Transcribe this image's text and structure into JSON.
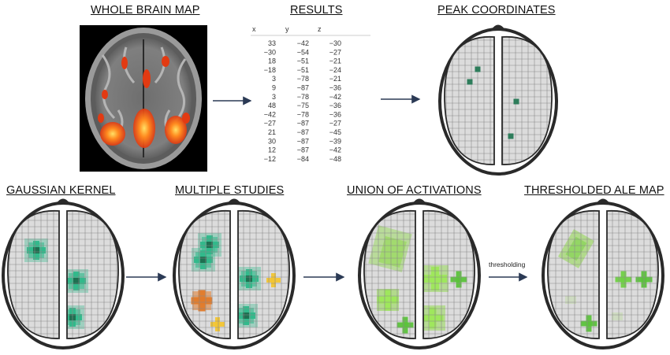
{
  "titles": {
    "whole_brain_map": "WHOLE BRAIN MAP",
    "results": "RESULTS",
    "peak_coordinates": "PEAK COORDINATES",
    "gaussian_kernel": "GAUSSIAN KERNEL",
    "multiple_studies": "MULTIPLE STUDIES",
    "union_of_activations": "UNION OF ACTIVATIONS",
    "thresholded_ale_map": "THRESHOLDED ALE MAP"
  },
  "results_table": {
    "headers": [
      "x",
      "y",
      "z"
    ],
    "rows": [
      [
        "33",
        "−42",
        "−30"
      ],
      [
        "−30",
        "−54",
        "−27"
      ],
      [
        "18",
        "−51",
        "−21"
      ],
      [
        "−18",
        "−51",
        "−24"
      ],
      [
        "3",
        "−78",
        "−21"
      ],
      [
        "9",
        "−87",
        "−36"
      ],
      [
        "3",
        "−78",
        "−42"
      ],
      [
        "48",
        "−75",
        "−36"
      ],
      [
        "−42",
        "−78",
        "−36"
      ],
      [
        "−27",
        "−87",
        "−27"
      ],
      [
        "21",
        "−87",
        "−45"
      ],
      [
        "30",
        "−87",
        "−39"
      ],
      [
        "12",
        "−87",
        "−42"
      ],
      [
        "−12",
        "−84",
        "−48"
      ]
    ]
  },
  "arrow_label": "thresholding",
  "colors": {
    "grid_bg": "#dcdcdc",
    "grid_line": "#8a8a8a",
    "outline": "#2a2a2a",
    "peak": "#2e7d5b",
    "kernel_teal": "#2fb88a",
    "study_orange": "#e07a2a",
    "study_yellow": "#f2c531",
    "union_green": "#8fd94a",
    "arrow": "#2b3a55"
  }
}
